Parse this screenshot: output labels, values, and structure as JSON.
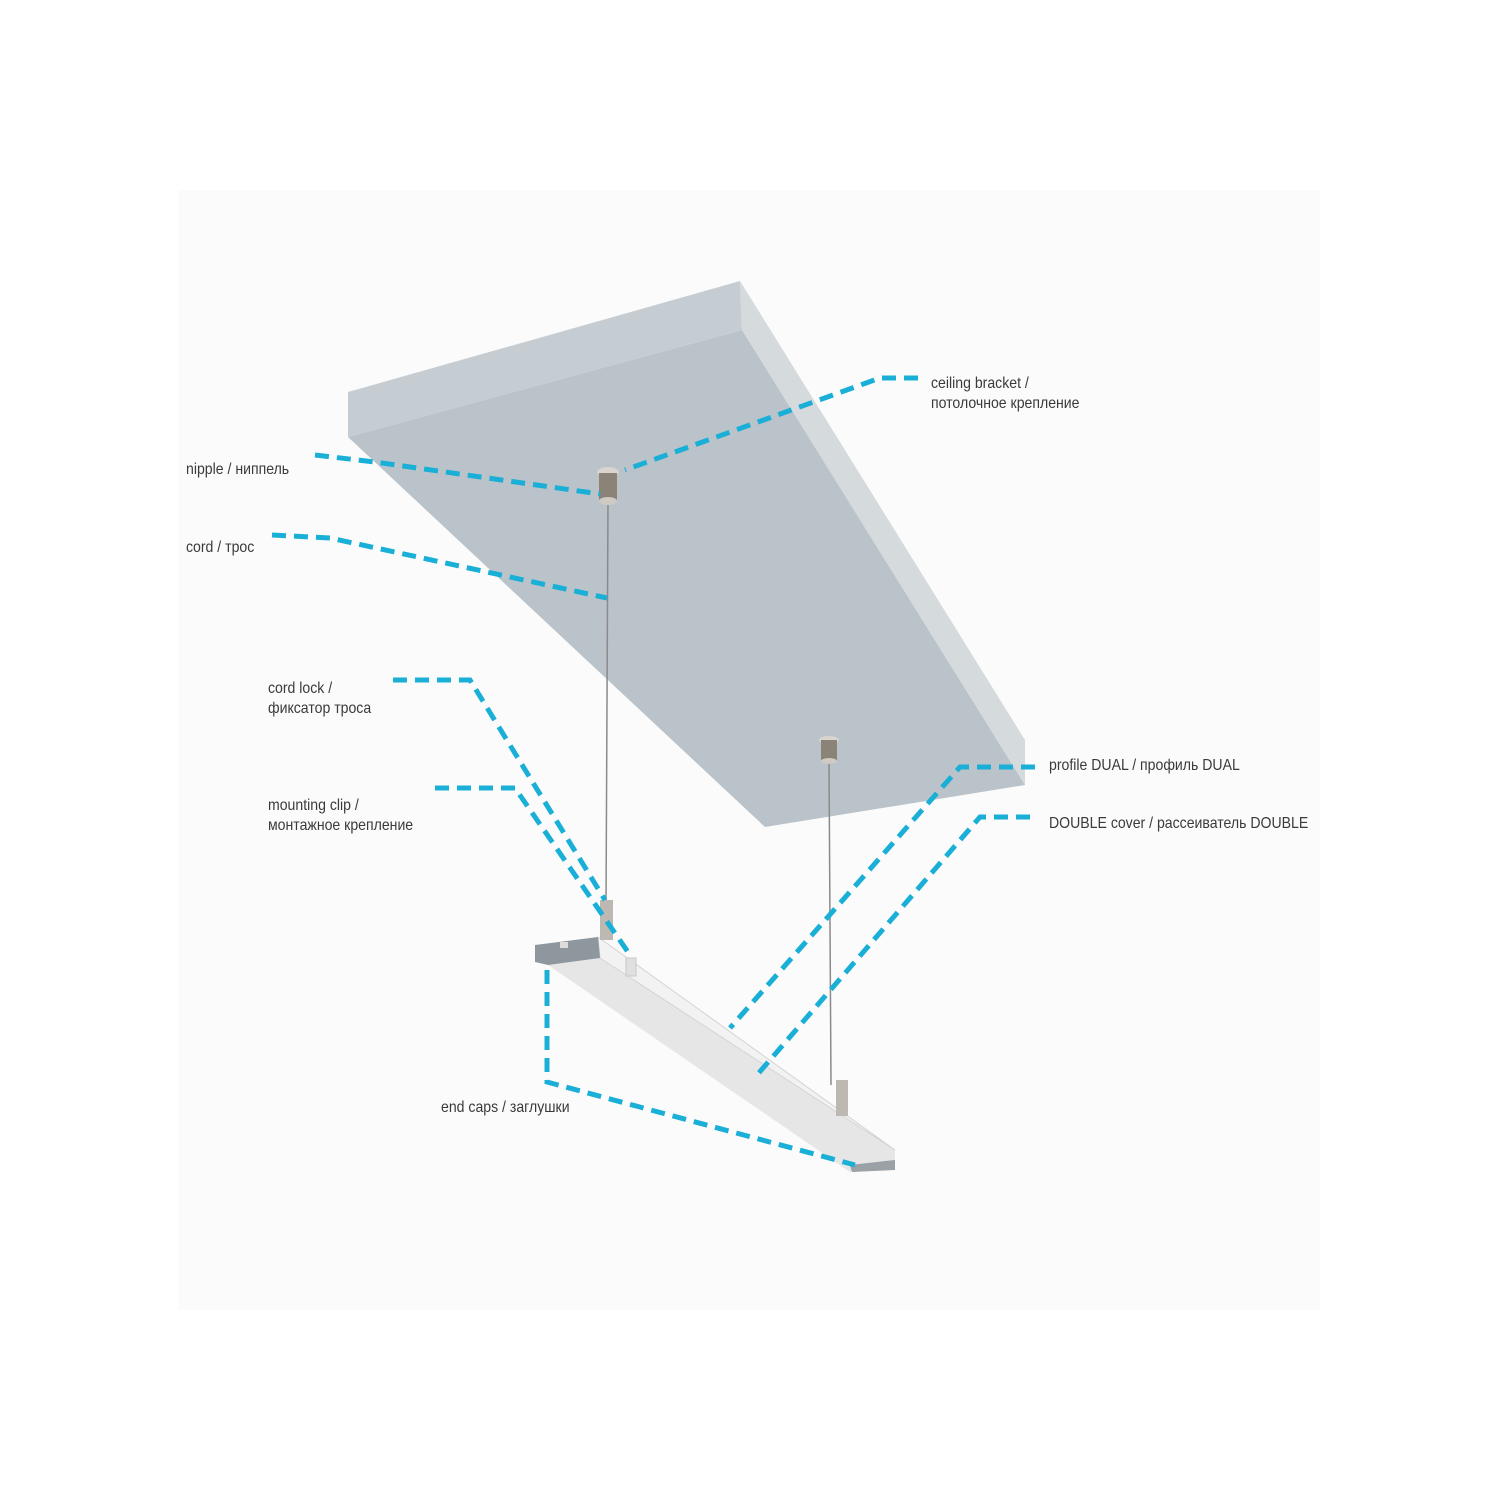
{
  "colors": {
    "accent": "#1aafd6",
    "ceiling": "#bac3ca",
    "text": "#3a3a3a"
  },
  "labels": {
    "ceiling_bracket": [
      "ceiling bracket /",
      "потолочное крепление"
    ],
    "nipple": "nipple / ниппель",
    "cord": "cord / трос",
    "cord_lock": [
      "cord lock /",
      "фиксатор троса"
    ],
    "mounting_clip": [
      "mounting clip /",
      "монтажное крепление"
    ],
    "profile": "profile DUAL / профиль DUAL",
    "cover": "DOUBLE cover / рассеиватель DOUBLE",
    "end_caps": "end caps / заглушки"
  }
}
